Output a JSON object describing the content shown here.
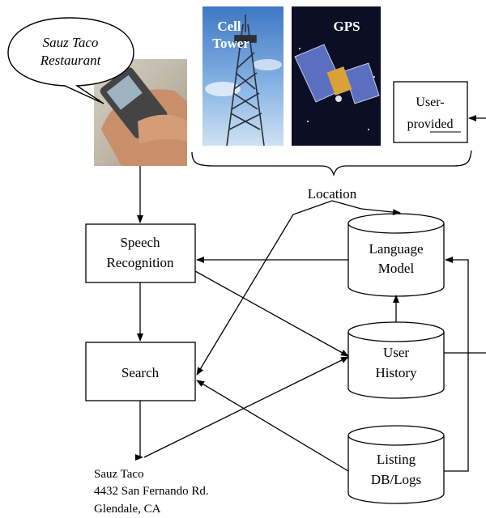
{
  "speech_bubble": {
    "line1": "Sauz Taco",
    "line2": "Restaurant"
  },
  "photo_tower": {
    "line1": "Cell",
    "line2": "Tower"
  },
  "photo_gps": {
    "label": "GPS"
  },
  "user_provided": {
    "line1": "User-",
    "line2": "provided"
  },
  "location_label": "Location",
  "boxes": {
    "speech_recognition": {
      "line1": "Speech",
      "line2": "Recognition"
    },
    "search": {
      "label": "Search"
    }
  },
  "cylinders": {
    "language_model": {
      "line1": "Language",
      "line2": "Model"
    },
    "user_history": {
      "line1": "User",
      "line2": "History"
    },
    "listing_db": {
      "line1": "Listing",
      "line2": "DB/Logs"
    }
  },
  "result": {
    "line1": "Sauz Taco",
    "line2": "4432 San Fernando Rd.",
    "line3": "Glendale, CA"
  }
}
